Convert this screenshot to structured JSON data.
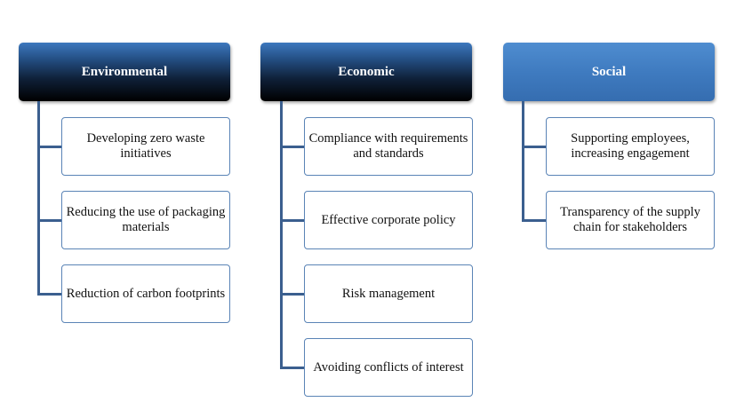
{
  "columns": [
    {
      "title": "Environmental",
      "items": [
        "Developing zero waste initiatives",
        "Reducing the use of packaging materials",
        "Reduction of carbon footprints"
      ]
    },
    {
      "title": "Economic",
      "items": [
        "Compliance with requirements and standards",
        "Effective corporate policy",
        "Risk management",
        "Avoiding conflicts of interest"
      ]
    },
    {
      "title": "Social",
      "items": [
        "Supporting employees, increasing engagement",
        "Transparency of the supply chain for stakeholders"
      ]
    }
  ],
  "colors": {
    "connector": "#3b5f8f",
    "box_border": "#5a84b6",
    "social_header": "#3f7bc0"
  }
}
